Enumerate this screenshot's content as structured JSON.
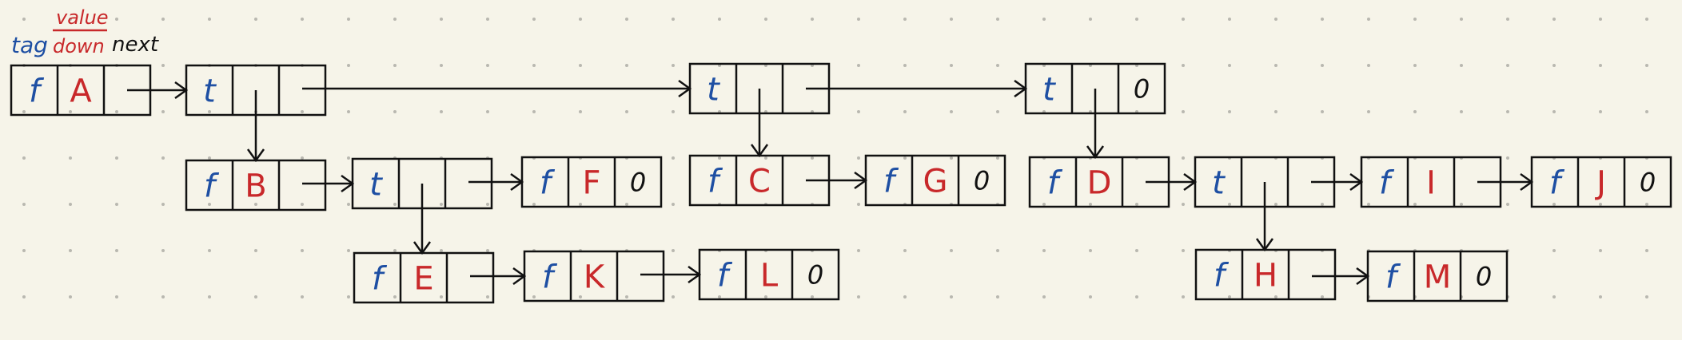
{
  "colors": {
    "background": "#f6f4e9",
    "tag": "#1e4fa3",
    "value": "#c8282a",
    "next": "#111111",
    "stroke": "#111111",
    "dot": "#b9b8b0"
  },
  "legend": {
    "tag": "tag",
    "value": "value",
    "down": "down",
    "next": "next"
  },
  "nodes": [
    {
      "id": "n-root",
      "tag": "f",
      "mid": "A",
      "mid_kind": "value",
      "next": ""
    },
    {
      "id": "n-t1",
      "tag": "t",
      "mid": "",
      "mid_kind": "down",
      "next": ""
    },
    {
      "id": "n-t2",
      "tag": "t",
      "mid": "",
      "mid_kind": "down",
      "next": ""
    },
    {
      "id": "n-t3",
      "tag": "t",
      "mid": "",
      "mid_kind": "down",
      "next": "0"
    },
    {
      "id": "n-B",
      "tag": "f",
      "mid": "B",
      "mid_kind": "value",
      "next": ""
    },
    {
      "id": "n-t4",
      "tag": "t",
      "mid": "",
      "mid_kind": "down",
      "next": ""
    },
    {
      "id": "n-F",
      "tag": "f",
      "mid": "F",
      "mid_kind": "value",
      "next": "0"
    },
    {
      "id": "n-C",
      "tag": "f",
      "mid": "C",
      "mid_kind": "value",
      "next": ""
    },
    {
      "id": "n-G",
      "tag": "f",
      "mid": "G",
      "mid_kind": "value",
      "next": "0"
    },
    {
      "id": "n-D",
      "tag": "f",
      "mid": "D",
      "mid_kind": "value",
      "next": ""
    },
    {
      "id": "n-t5",
      "tag": "t",
      "mid": "",
      "mid_kind": "down",
      "next": ""
    },
    {
      "id": "n-I",
      "tag": "f",
      "mid": "I",
      "mid_kind": "value",
      "next": ""
    },
    {
      "id": "n-J",
      "tag": "f",
      "mid": "J",
      "mid_kind": "value",
      "next": "0"
    },
    {
      "id": "n-E",
      "tag": "f",
      "mid": "E",
      "mid_kind": "value",
      "next": ""
    },
    {
      "id": "n-K",
      "tag": "f",
      "mid": "K",
      "mid_kind": "value",
      "next": ""
    },
    {
      "id": "n-L",
      "tag": "f",
      "mid": "L",
      "mid_kind": "value",
      "next": "0"
    },
    {
      "id": "n-H",
      "tag": "f",
      "mid": "H",
      "mid_kind": "value",
      "next": ""
    },
    {
      "id": "n-M",
      "tag": "f",
      "mid": "M",
      "mid_kind": "value",
      "next": "0"
    }
  ],
  "edges": [
    {
      "from": "n-root",
      "to": "n-t1",
      "kind": "next"
    },
    {
      "from": "n-t1",
      "to": "n-t2",
      "kind": "next"
    },
    {
      "from": "n-t2",
      "to": "n-t3",
      "kind": "next"
    },
    {
      "from": "n-t1",
      "to": "n-B",
      "kind": "down"
    },
    {
      "from": "n-B",
      "to": "n-t4",
      "kind": "next"
    },
    {
      "from": "n-t4",
      "to": "n-F",
      "kind": "next"
    },
    {
      "from": "n-t4",
      "to": "n-E",
      "kind": "down"
    },
    {
      "from": "n-E",
      "to": "n-K",
      "kind": "next"
    },
    {
      "from": "n-K",
      "to": "n-L",
      "kind": "next"
    },
    {
      "from": "n-t2",
      "to": "n-C",
      "kind": "down"
    },
    {
      "from": "n-C",
      "to": "n-G",
      "kind": "next"
    },
    {
      "from": "n-t3",
      "to": "n-D",
      "kind": "down"
    },
    {
      "from": "n-D",
      "to": "n-t5",
      "kind": "next"
    },
    {
      "from": "n-t5",
      "to": "n-I",
      "kind": "next"
    },
    {
      "from": "n-I",
      "to": "n-J",
      "kind": "next"
    },
    {
      "from": "n-t5",
      "to": "n-H",
      "kind": "down"
    },
    {
      "from": "n-H",
      "to": "n-M",
      "kind": "next"
    }
  ]
}
